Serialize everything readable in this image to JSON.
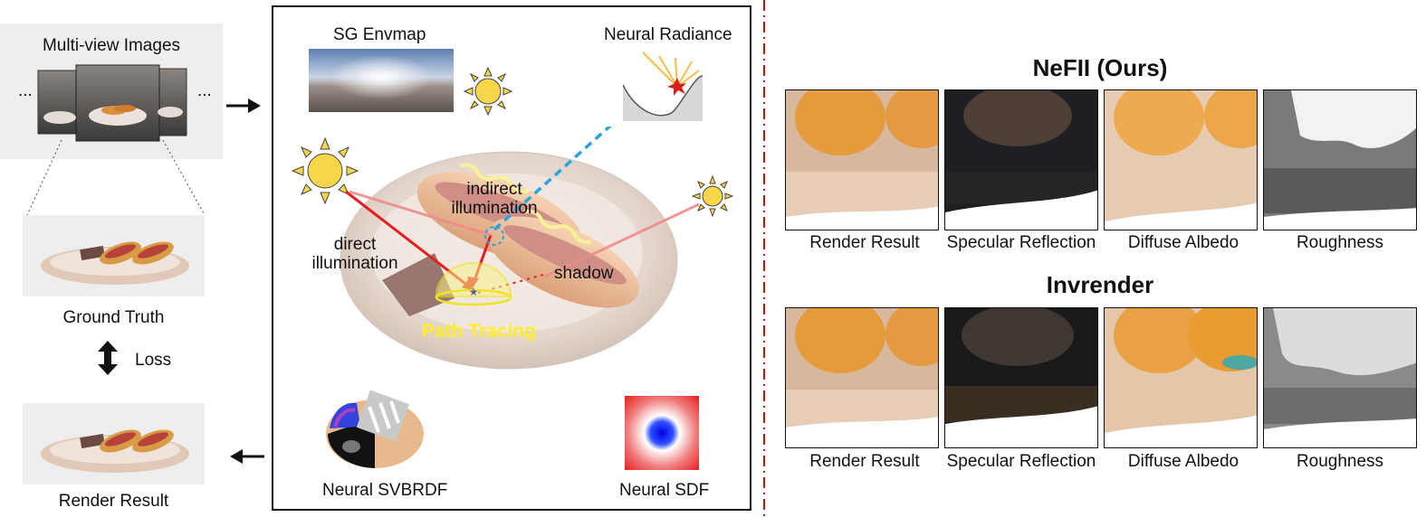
{
  "left": {
    "multiview_label": "Multi-view Images",
    "dots_left": "...",
    "dots_right": "...",
    "ground_truth_label": "Ground Truth",
    "loss_label": "Loss",
    "render_result_label": "Render Result"
  },
  "pipeline": {
    "sg_envmap_label": "SG Envmap",
    "neural_radiance_label": "Neural Radiance",
    "indirect_label": "indirect\nillumination",
    "direct_label": "direct\nillumination",
    "shadow_label": "shadow",
    "path_tracing_label": "Path Tracing",
    "neural_svbrdf_label": "Neural SVBRDF",
    "neural_sdf_label": "Neural SDF"
  },
  "comparison": {
    "rows": [
      {
        "title": "NeFII (Ours)",
        "labels": [
          "Render Result",
          "Specular Reflection",
          "Diffuse Albedo",
          "Roughness"
        ]
      },
      {
        "title": "Invrender",
        "labels": [
          "Render Result",
          "Specular Reflection",
          "Diffuse Albedo",
          "Roughness"
        ]
      }
    ]
  },
  "colors": {
    "divider": "#cc1111",
    "direct_ray": "#e41e1e",
    "indirect_ray": "#2aa3de",
    "path_tracing_text": "#ffef22",
    "sun": "#f8d64a"
  }
}
